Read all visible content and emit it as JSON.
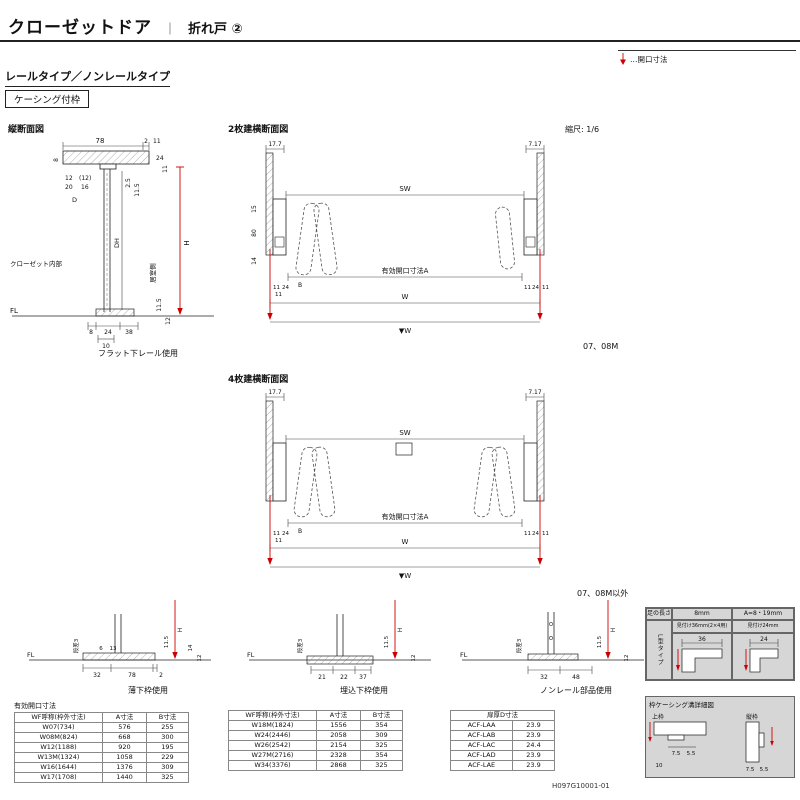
{
  "header": {
    "title": "クローゼットドア",
    "separator": "｜",
    "subtitle": "折れ戸 ②",
    "legend_text": "…開口寸法",
    "type_label": "レールタイプ／ノンレールタイプ",
    "frame_label": "ケーシング付枠",
    "scale_label": "縮尺: 1/6"
  },
  "vertical_section": {
    "title": "縦断面図",
    "caption": "フラット下レール使用",
    "dims": {
      "top_w": "78",
      "top_2": "2",
      "top_11": "11",
      "left_8": "8",
      "f24": "24",
      "f11": "11",
      "s12": "12",
      "s12p": "(12)",
      "s20": "20",
      "s16": "16",
      "sD": "D",
      "r2_5": "2.5",
      "r11_5": "11.5",
      "dh": "DH",
      "h": "H",
      "closet": "クローゼット内部",
      "room": "居室側",
      "fl": "FL",
      "b11_5": "11.5",
      "b12": "12",
      "b8": "8",
      "b24": "24",
      "b38": "38",
      "b10": "10"
    }
  },
  "two_panel": {
    "title": "2枚建横断面図",
    "note": "07、08M",
    "dims": {
      "tl": "17.7",
      "tr": "7.17",
      "sw": "SW",
      "l15": "15",
      "l80": "80",
      "l14": "14",
      "bl11": "11",
      "bl24": "24",
      "bB": "B",
      "bl11b": "11",
      "opening": "有効開口寸法A",
      "br11": "11",
      "br24": "24",
      "br11b": "11",
      "w": "W",
      "wv": "▼W"
    }
  },
  "four_panel": {
    "title": "4枚建横断面図",
    "note": "07、08M以外",
    "dims": {
      "tl": "17.7",
      "tr": "7.17",
      "sw": "SW",
      "bl11": "11",
      "bl24": "24",
      "bB": "B",
      "bl11b": "11",
      "opening": "有効開口寸法A",
      "br11": "11",
      "br24": "24",
      "br11b": "11",
      "w": "W",
      "wv": "▼W"
    }
  },
  "details": {
    "thin": {
      "caption": "薄下枠使用",
      "dims": {
        "fl": "FL",
        "step": "段差3",
        "h11_5": "11.5",
        "h": "H",
        "r14": "14",
        "r12": "12",
        "i6": "6",
        "i13": "13",
        "b32": "32",
        "b78": "78",
        "b2": "2"
      }
    },
    "recessed": {
      "caption": "埋込下枠使用",
      "dims": {
        "fl": "FL",
        "step": "段差3",
        "h11_5": "11.5",
        "h": "H",
        "r12": "12",
        "b21": "21",
        "b22": "22",
        "b37": "37"
      }
    },
    "norail": {
      "caption": "ノンレール部品使用",
      "dims": {
        "fl": "FL",
        "step": "段差3",
        "h11_5": "11.5",
        "h": "H",
        "r12": "12",
        "b32": "32",
        "b48": "48"
      }
    }
  },
  "leg_box": {
    "title": "足の長さ",
    "col_a": "8mm",
    "col_b": "A=8・19mm",
    "cell_a": "見付け36mm(2×4用)",
    "cell_b": "見付け24mm",
    "val_a": "36",
    "val_b": "24",
    "side": "L型タイプ"
  },
  "casing_box": {
    "title": "枠ケーシング溝詳細図",
    "upper": "上枠",
    "side": "縦枠",
    "u7_5": "7.5",
    "u5_5": "5.5",
    "u10": "10",
    "s7_5": "7.5",
    "s5_5": "5.5"
  },
  "tables": {
    "opening1": {
      "title": "有効開口寸法",
      "headers": [
        "WF呼称(枠外寸法)",
        "A寸法",
        "B寸法"
      ],
      "rows": [
        [
          "W07(734)",
          "576",
          "255"
        ],
        [
          "W08M(824)",
          "668",
          "300"
        ],
        [
          "W12(1188)",
          "920",
          "195"
        ],
        [
          "W13M(1324)",
          "1058",
          "229"
        ],
        [
          "W16(1644)",
          "1376",
          "309"
        ],
        [
          "W17(1708)",
          "1440",
          "325"
        ]
      ]
    },
    "opening2": {
      "headers": [
        "WF呼称(枠外寸法)",
        "A寸法",
        "B寸法"
      ],
      "rows": [
        [
          "W18M(1824)",
          "1556",
          "354"
        ],
        [
          "W24(2446)",
          "2058",
          "309"
        ],
        [
          "W26(2542)",
          "2154",
          "325"
        ],
        [
          "W27M(2716)",
          "2328",
          "354"
        ],
        [
          "W34(3376)",
          "2868",
          "325"
        ]
      ]
    },
    "thickness": {
      "title": "扉厚D寸法",
      "rows": [
        [
          "ACF-LAA",
          "23.9"
        ],
        [
          "ACF-LAB",
          "23.9"
        ],
        [
          "ACF-LAC",
          "24.4"
        ],
        [
          "ACF-LAD",
          "23.9"
        ],
        [
          "ACF-LAE",
          "23.9"
        ]
      ]
    }
  },
  "footer": {
    "doc_number": "H097G10001-01"
  }
}
